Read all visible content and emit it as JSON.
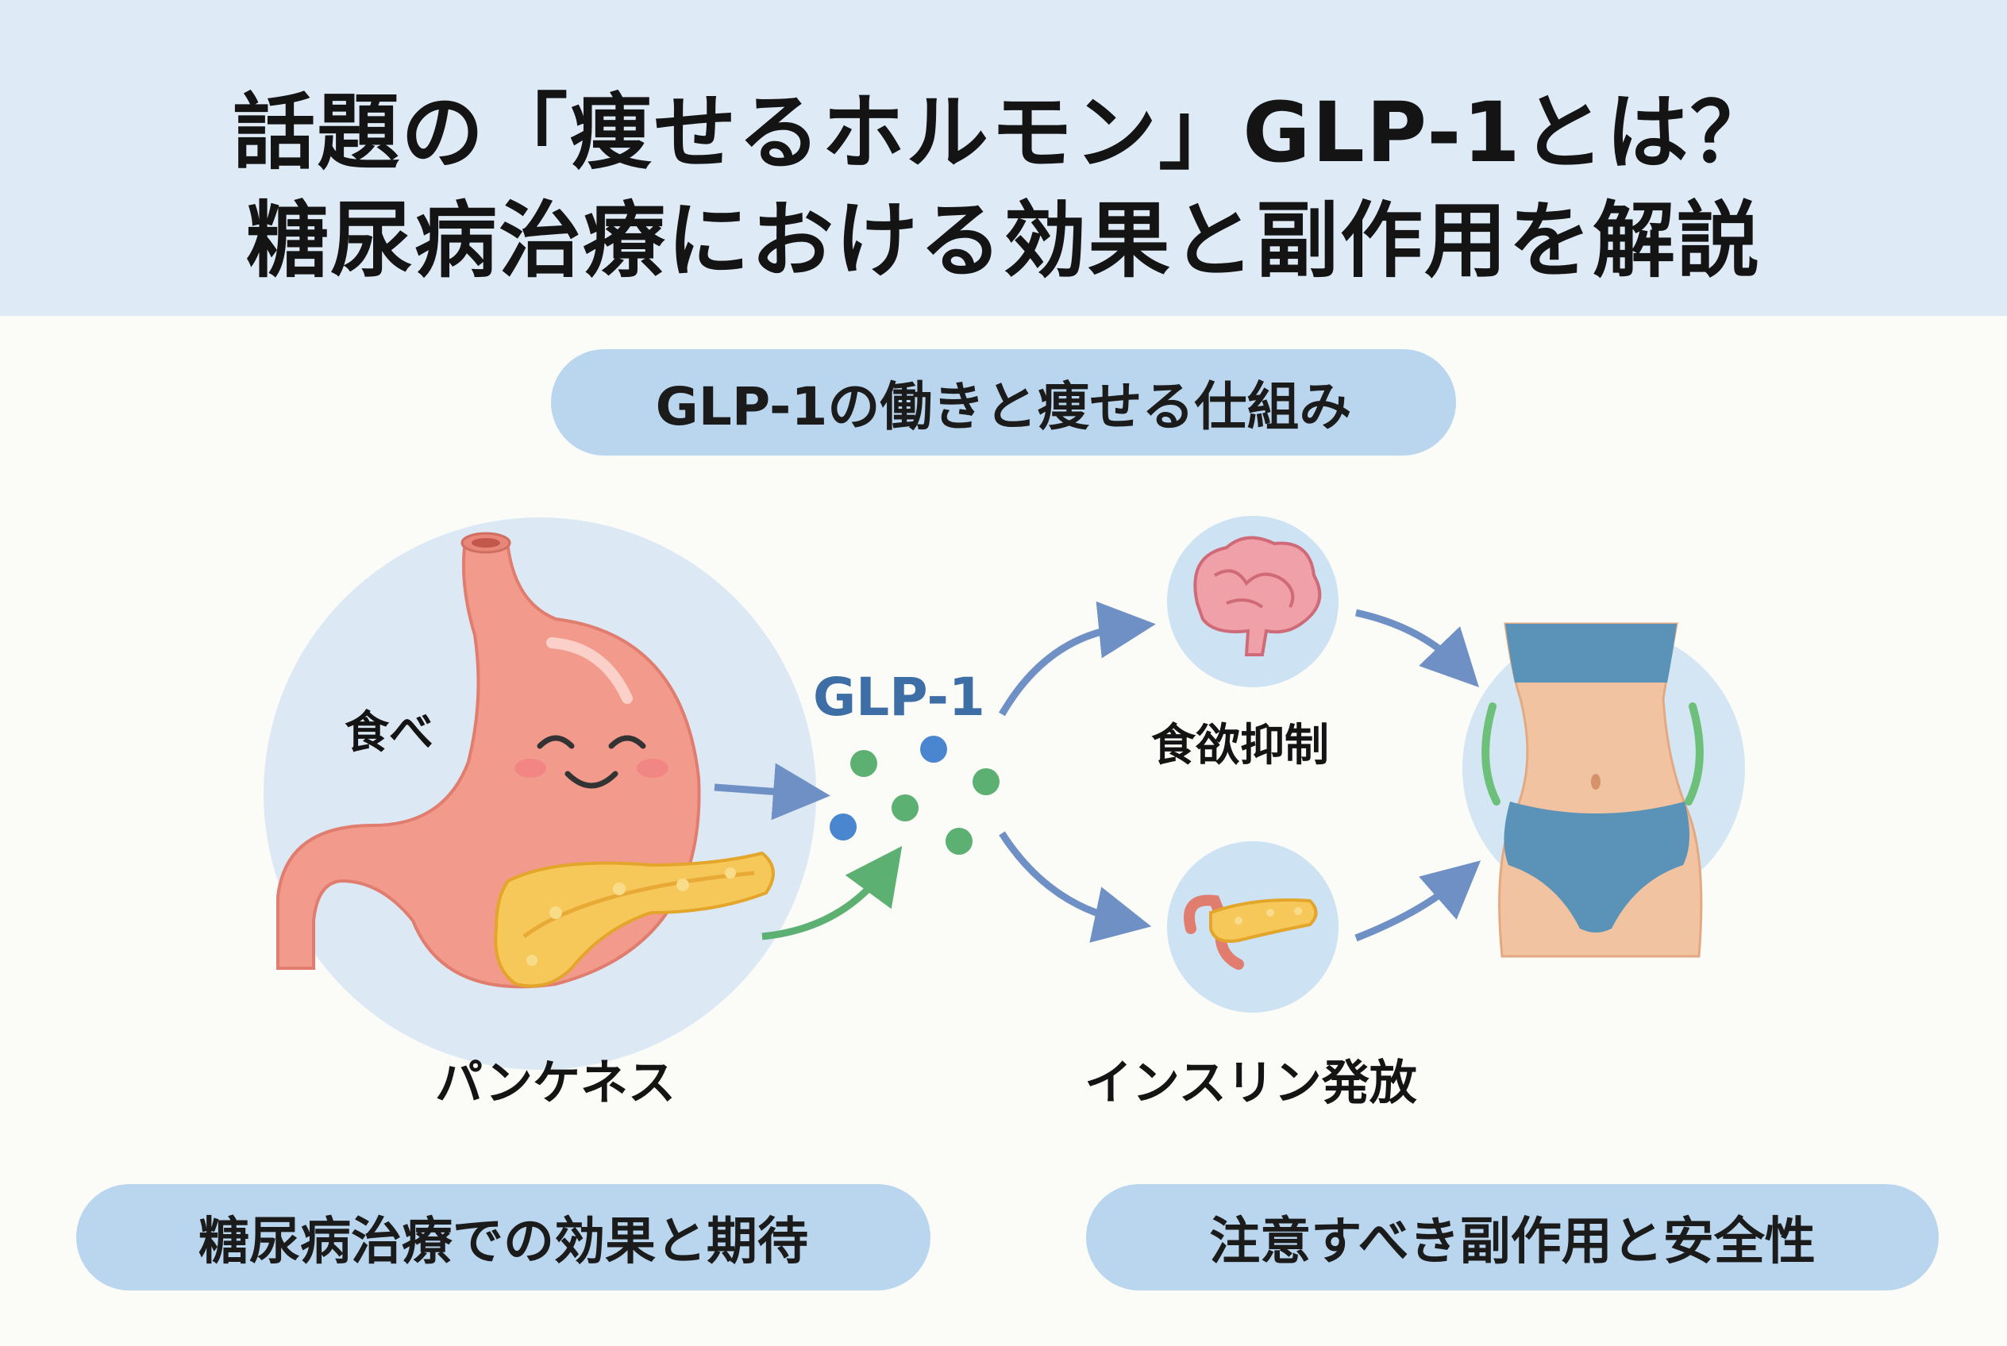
{
  "header": {
    "title_line1": "話題の「痩せるホルモン」GLP-1とは？",
    "title_line2": "糖尿病治療における効果と副作用を解説"
  },
  "section_pill": {
    "label": "GLP-1の働きと痩せる仕組み"
  },
  "diagram": {
    "eat_label": "食べ",
    "pancreas_label": "パンケネス",
    "glp1_label": "GLP-1",
    "appetite_label": "食欲抑制",
    "insulin_label": "インスリン発放"
  },
  "bottom_pills": {
    "left_label": "糖尿病治療での効果と期待",
    "right_label": "注意すべき副作用と安全性"
  },
  "colors": {
    "header_bg": "#deebf6",
    "pill_bg": "#b9d6ee",
    "arrow_blue": "#6f90c4",
    "arrow_green": "#5cb072",
    "glp1_text": "#3d6ea5"
  },
  "icons": [
    "stomach-icon",
    "pancreas-icon",
    "brain-icon",
    "waist-icon",
    "glp1-molecule-icon"
  ]
}
